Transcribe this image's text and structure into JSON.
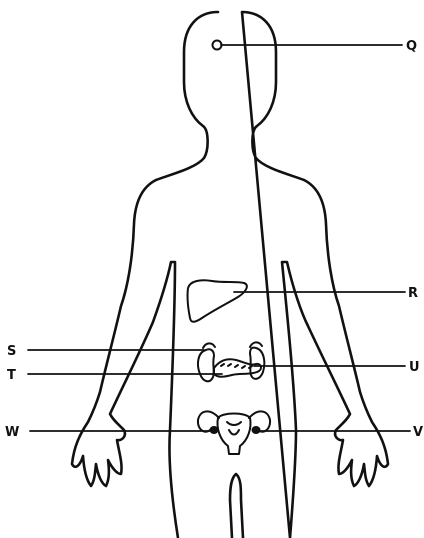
{
  "labels": {
    "q": "Q",
    "r": "R",
    "s": "S",
    "t": "T",
    "u": "U",
    "v": "V",
    "w": "W"
  },
  "colors": {
    "ink": "#111111",
    "background": "#ffffff"
  }
}
